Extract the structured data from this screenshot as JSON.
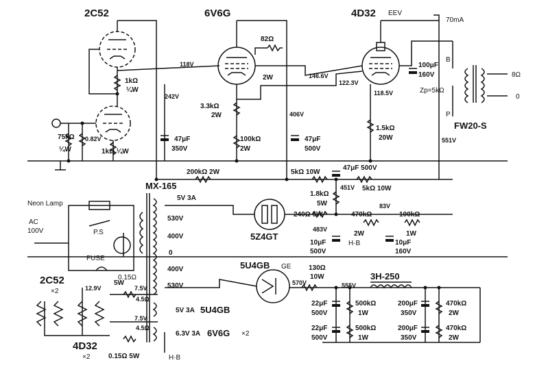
{
  "tubes": {
    "v1": "2C52",
    "v2": "6V6G",
    "v3": "4D32",
    "v3_maker": "EEV",
    "rect1": "5Z4GT",
    "rect2": "5U4GB",
    "rect2_maker": "GE"
  },
  "labels": {
    "current": "70mA",
    "neon": "Neon Lamp",
    "ac": "AC",
    "ac_v": "100V",
    "ps": "P.S",
    "fuse": "FUSE",
    "fuse_v": "0.15Ω",
    "ptrans": "MX-165",
    "otrans": "FW20-S",
    "zp": "Zp=5kΩ",
    "choke": "3H-250",
    "hb1": "H·B",
    "hb2": "H·B",
    "b": "B",
    "p": "P",
    "out8": "8Ω",
    "out0": "0"
  },
  "voltages": {
    "v118": "118V",
    "v242": "242V",
    "v146": "146.6V",
    "v122": "122.3V",
    "v1185": "118.5V",
    "v406": "406V",
    "v551": "551V",
    "v082": "0.82V",
    "v451": "451V",
    "v483": "483V",
    "v83": "83V",
    "v570": "570V",
    "v555": "555V",
    "v129": "12.9V",
    "v75a": "7.5V",
    "v75b": "7.5V"
  },
  "components": {
    "r_1k_a": "1kΩ",
    "r_1k_a_w": "¼W",
    "r_75k": "75kΩ",
    "r_75k_w": "¼W",
    "r_1k_b": "1kΩ ¼W",
    "r_82": "82Ω",
    "r_82_w": "2W",
    "r_33k": "3.3kΩ",
    "r_33k_w": "2W",
    "r_100k_a": "100kΩ",
    "r_100k_a_w": "2W",
    "c_47_a": "47μF",
    "c_47_a_v": "350V",
    "c_47_b": "47μF",
    "c_47_b_v": "500V",
    "r_15k": "1.5kΩ",
    "r_15k_w": "20W",
    "c_100": "100μF",
    "c_100_v": "160V",
    "r_200k": "200kΩ 2W",
    "r_5k10a": "5kΩ 10W",
    "c_47_c": "47μF 500V",
    "r_5k10b": "5kΩ 10W",
    "r_18k": "1.8kΩ",
    "r_18k_w": "5W",
    "r_240": "240Ω 5W",
    "r_470k_a": "470kΩ",
    "r_470k_a_w": "2W",
    "r_100k_b": "100kΩ",
    "r_100k_b_w": "1W",
    "c_10_a": "10μF",
    "c_10_a_v": "500V",
    "c_10_b": "10μF",
    "c_10_b_v": "160V",
    "r_130": "130Ω",
    "r_130_w": "10W",
    "c_22_a": "22μF",
    "c_22_a_v": "500V",
    "c_22_b": "22μF",
    "c_22_b_v": "500V",
    "r_500k_a": "500kΩ",
    "r_500k_a_w": "1W",
    "r_500k_b": "500kΩ",
    "r_500k_b_w": "1W",
    "c_200_a": "200μF",
    "c_200_a_v": "350V",
    "c_200_b": "200μF",
    "c_200_b_v": "350V",
    "r_470k_b": "470kΩ",
    "r_470k_b_w": "2W",
    "r_470k_c": "470kΩ",
    "r_470k_c_w": "2W",
    "r_5w": "5W",
    "r_45a": "4.5Ω",
    "r_45b": "4.5Ω",
    "r_015": "0.15Ω 5W"
  },
  "transformer": {
    "s5v": "5V 3A",
    "s530a": "530V",
    "s400a": "400V",
    "s0": "0",
    "s400b": "400V",
    "s530b": "530V",
    "s5v2": "5V 3A",
    "s5v2_tube": "5U4GB",
    "s63": "6.3V 3A",
    "s63_tube": "6V6G",
    "s63_mult": "×2"
  },
  "heaters": {
    "h1": "2C52",
    "h1_mult": "×2",
    "h2": "4D32",
    "h2_mult": "×2"
  }
}
